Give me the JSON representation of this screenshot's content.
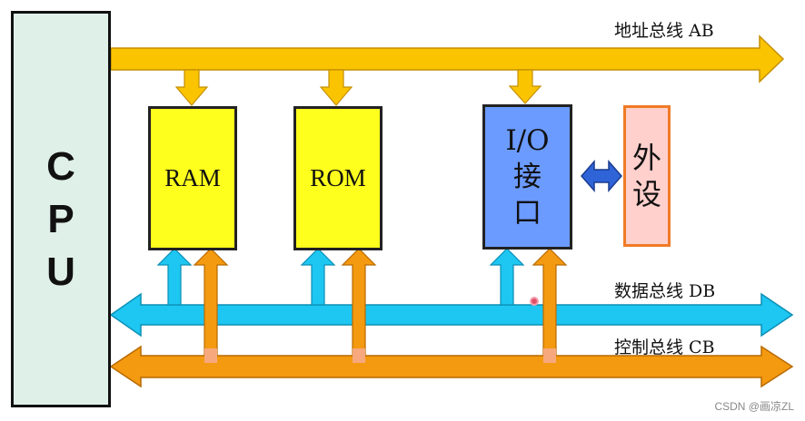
{
  "cpu": {
    "lines": [
      "C",
      "P",
      "U"
    ]
  },
  "components": {
    "ram": "RAM",
    "rom": "ROM",
    "io_lines": [
      "I/O",
      "接",
      "口"
    ],
    "ext_lines": [
      "外",
      "设"
    ]
  },
  "buses": {
    "address": "地址总线 AB",
    "data": "数据总线 DB",
    "control": "控制总线 CB"
  },
  "colors": {
    "address_bus": "#fbc400",
    "data_bus": "#1ec6f2",
    "control_bus": "#f49a10",
    "memory_fill": "#ffff1e",
    "io_fill": "#6b9bff",
    "ext_fill": "#ffd0cc",
    "cpu_fill": "#dff0e8",
    "bidirectional_arrow": "#2f63d8"
  },
  "watermark": "CSDN @画凉ZL"
}
